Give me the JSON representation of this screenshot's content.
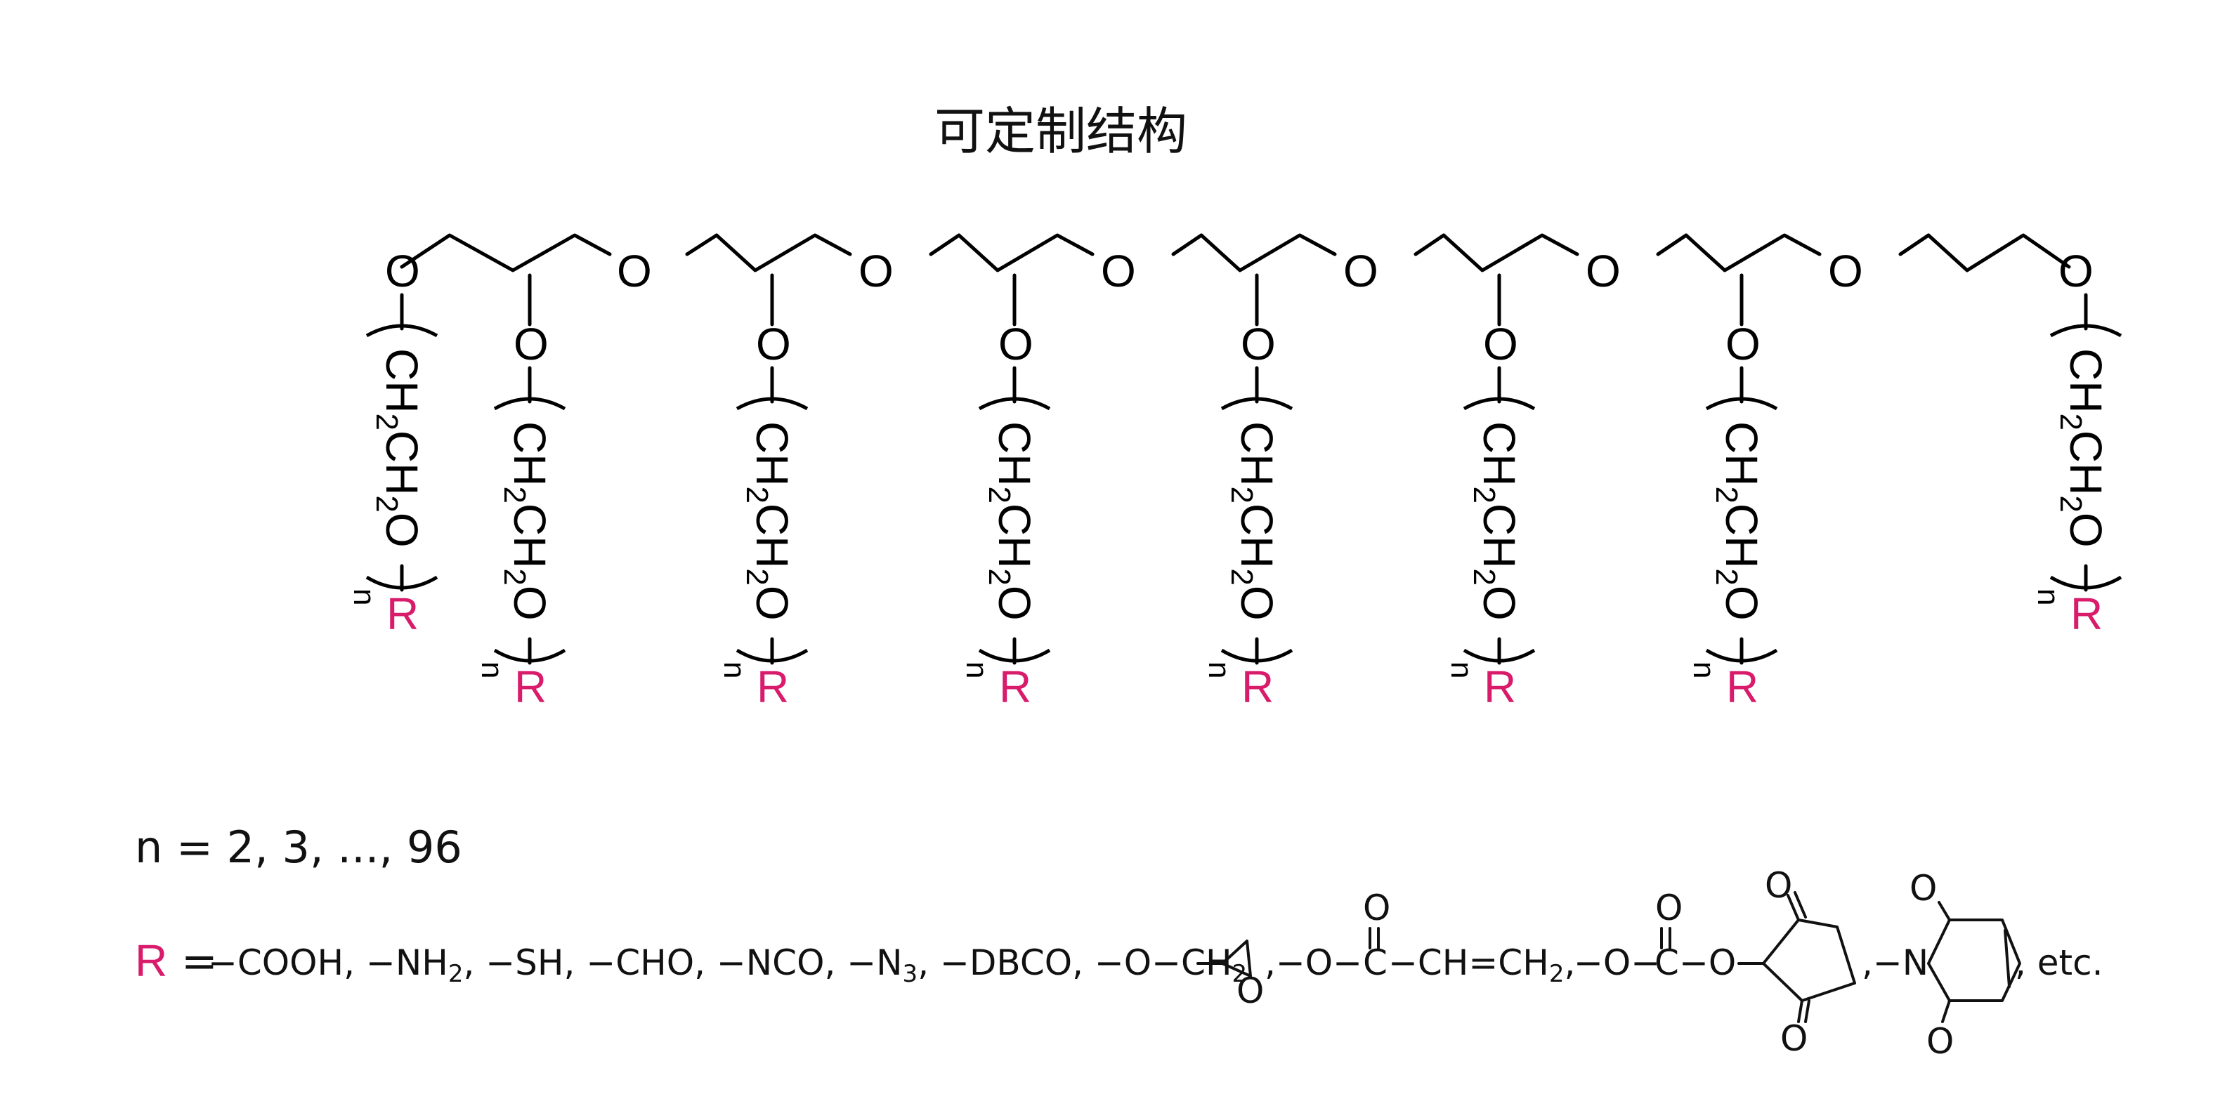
{
  "title": "可定制结构",
  "backbone": {
    "oxygen_label": "O"
  },
  "arm": {
    "oxygen_label": "O",
    "repeat_unit": [
      "CH",
      "2",
      "CH",
      "2",
      "O"
    ],
    "repeat_subscript": "n",
    "end_group": "R",
    "count": 8
  },
  "n_definition": "n = 2, 3, ..., 96",
  "r_definition": {
    "label": "R",
    "equals": " =",
    "groups": [
      {
        "text": "−COOH,"
      },
      {
        "text": "−NH",
        "sub": "2",
        "after": ","
      },
      {
        "text": "−SH,"
      },
      {
        "text": "−CHO,"
      },
      {
        "text": "−NCO,"
      },
      {
        "text": "−N",
        "sub": "3",
        "after": ","
      },
      {
        "text": "−DBCO,"
      },
      {
        "text": "−O−CH",
        "sub": "2"
      }
    ],
    "epoxide_oxygen": "O",
    "acrylate": {
      "prefix": ",−O−",
      "carbonyl_c": "C",
      "carbonyl_o": "O",
      "rest": "−CH=CH",
      "sub": "2",
      "after": ","
    },
    "carbonate": {
      "prefix": "−O−",
      "carbonyl_c": "C",
      "carbonyl_o": "O",
      "link_o": "−O"
    },
    "succinimide_oxygens": [
      "O",
      "O"
    ],
    "maleimide": {
      "prefix": ",−N",
      "oxygens": [
        "O",
        "O"
      ],
      "suffix": ", etc."
    }
  },
  "colors": {
    "accent_R": "#d81b6b",
    "text": "#111111",
    "bonds": "#000000"
  }
}
